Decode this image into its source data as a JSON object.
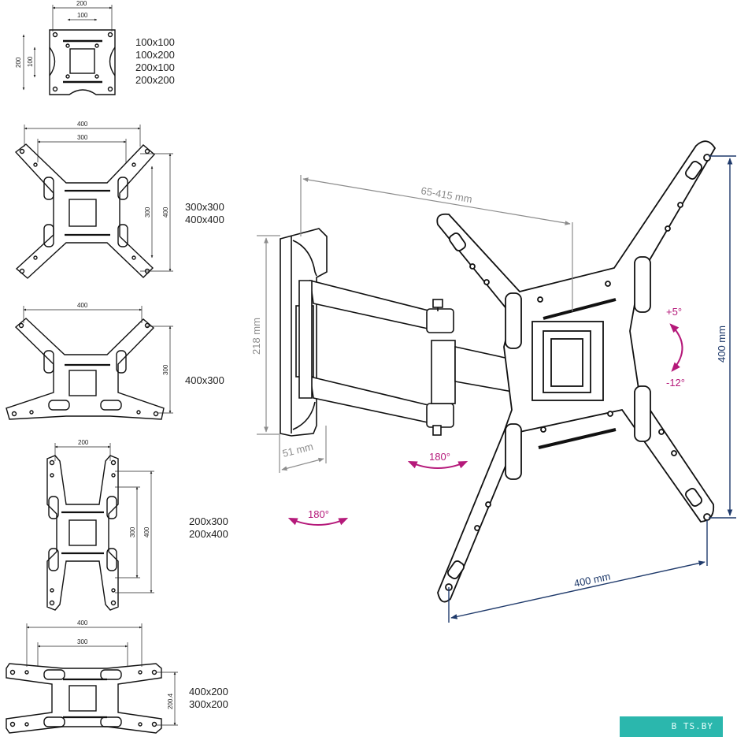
{
  "vesa_patterns": [
    {
      "lines": [
        "100x100",
        "100x200",
        "200x100",
        "200x200"
      ],
      "dims": [
        "200",
        "100",
        "200",
        "100"
      ]
    },
    {
      "lines": [
        "300x300",
        "400x400"
      ],
      "dims": [
        "400",
        "300",
        "300",
        "400"
      ]
    },
    {
      "lines": [
        "400x300"
      ],
      "dims": [
        "400",
        "300"
      ]
    },
    {
      "lines": [
        "200x300",
        "200x400"
      ],
      "dims": [
        "200",
        "300",
        "400"
      ]
    },
    {
      "lines": [
        "400x200",
        "300x200"
      ],
      "dims": [
        "400",
        "300",
        "200.4"
      ]
    }
  ],
  "mount": {
    "extension": "65-415 mm",
    "height": "218 mm",
    "depth": "51 mm",
    "swivel_arm": "180°",
    "swivel_wall": "180°",
    "tilt_up": "+5°",
    "tilt_down": "-12°",
    "plate_width": "400 mm",
    "plate_height": "400 mm"
  },
  "colors": {
    "line": "#111111",
    "grey_dim": "#8c8c8c",
    "blue_dim": "#1f3a6b",
    "magenta": "#b5197a",
    "badge": "#2bb7ad"
  },
  "watermark": "B TS.BY"
}
